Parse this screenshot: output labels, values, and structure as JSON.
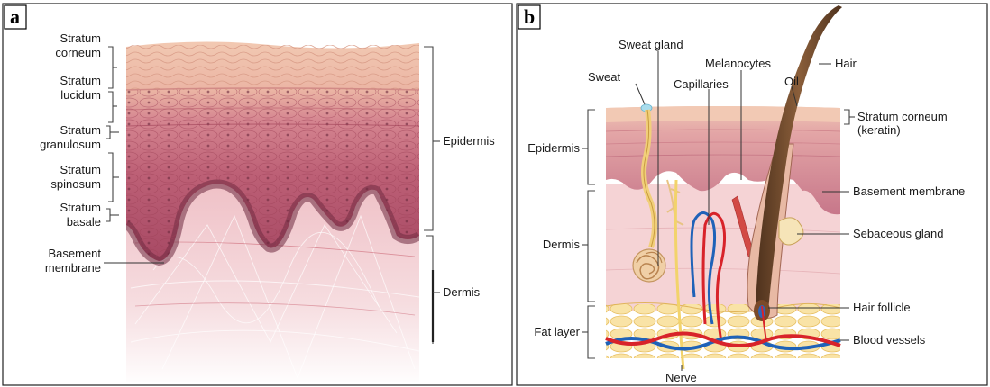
{
  "panels": {
    "a": {
      "letter": "a",
      "labels": {
        "stratum_corneum": [
          "Stratum",
          "corneum"
        ],
        "stratum_lucidum": [
          "Stratum",
          "lucidum"
        ],
        "stratum_granulosum": [
          "Stratum",
          "granulosum"
        ],
        "stratum_spinosum": [
          "Stratum",
          "spinosum"
        ],
        "stratum_basale": [
          "Stratum",
          "basale"
        ],
        "basement_membrane": [
          "Basement",
          "membrane"
        ],
        "epidermis": "Epidermis",
        "dermis": "Dermis"
      }
    },
    "b": {
      "letter": "b",
      "labels": {
        "sweat": "Sweat",
        "sweat_gland": "Sweat gland",
        "capillaries": "Capillaries",
        "melanocytes": "Melanocytes",
        "hair": "Hair",
        "oil": "Oil",
        "stratum_corneum_keratin": [
          "Stratum corneum",
          "(keratin)"
        ],
        "epidermis": "Epidermis",
        "dermis": "Dermis",
        "fat_layer": "Fat layer",
        "basement_membrane": "Basement membrane",
        "sebaceous_gland": "Sebaceous gland",
        "hair_follicle": "Hair follicle",
        "blood_vessels": "Blood vessels",
        "nerve": "Nerve"
      }
    }
  },
  "colors": {
    "corneum": "#f0c9b3",
    "epidermis_dark": "#b5566a",
    "basal": "#8a3a54",
    "dermis": "#f3cfd3",
    "fat": "#f7dd96",
    "artery": "#d8232a",
    "vein": "#1f62b8",
    "hair": "#6e4a2e",
    "nerve": "#f2d36b"
  }
}
